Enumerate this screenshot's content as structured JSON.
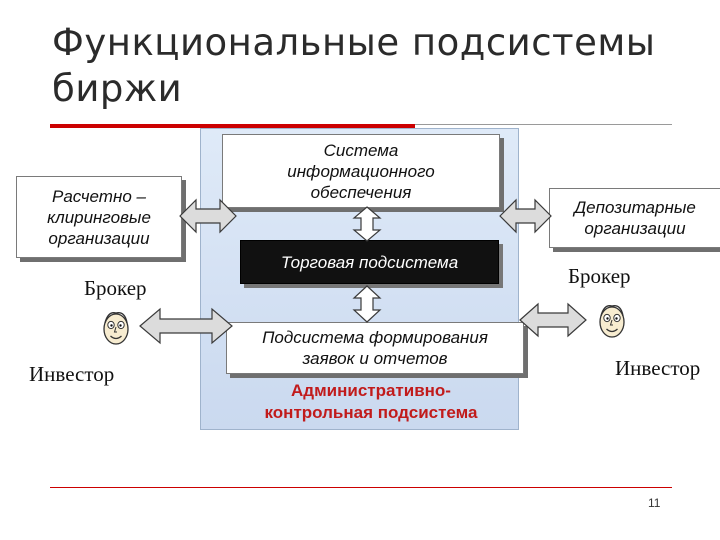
{
  "slide": {
    "title_line1": "Функциональные подсистемы",
    "title_line2": "биржи",
    "page_number": "11"
  },
  "center": {
    "info_system_line1": "Система",
    "info_system_line2": "информационного",
    "info_system_line3": "обеспечения",
    "trading": "Торговая подсистема",
    "orders_line1": "Подсистема формирования",
    "orders_line2": "заявок и отчетов",
    "admin_line1": "Административно-",
    "admin_line2": "контрольная подсистема"
  },
  "left": {
    "clearing_line1": "Расчетно –",
    "clearing_line2": "клиринговые",
    "clearing_line3": "организации",
    "broker": "Брокер",
    "investor": "Инвестор"
  },
  "right": {
    "depository_line1": "Депозитарные",
    "depository_line2": "организации",
    "broker": "Брокер",
    "investor": "Инвестор"
  },
  "colors": {
    "accent_red": "#cc0000",
    "admin_text": "#c11b1b",
    "panel_blue": "#cad9ef"
  },
  "icons": [
    "smiley-face-icon",
    "double-arrow-icon"
  ]
}
